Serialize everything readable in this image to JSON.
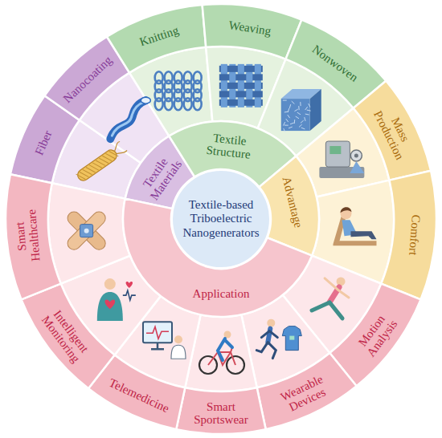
{
  "diagram": {
    "nodes": [
      {
        "text": [
          "Textile-based Triboelectric Nanogenerators"
        ]
      },
      {
        "text": [
          "Textile Materials"
        ]
      },
      {
        "text": [
          "Textile Structure"
        ]
      },
      {
        "text": [
          "Advantage"
        ]
      },
      {
        "text": [
          "Application"
        ]
      },
      {
        "text": [
          "Fiber"
        ]
      },
      {
        "text": [
          "Nanocoating"
        ]
      },
      {
        "text": [
          "Knitting"
        ]
      },
      {
        "text": [
          "Weaving"
        ]
      },
      {
        "text": [
          "Nonwoven"
        ]
      },
      {
        "text": [
          "Mass Production"
        ]
      },
      {
        "text": [
          "Comfort"
        ]
      },
      {
        "text": [
          "Motion Analysis"
        ]
      },
      {
        "text": [
          "Wearable Devices"
        ]
      },
      {
        "text": [
          "Smart Sportswear"
        ]
      },
      {
        "text": [
          "Telemedicine"
        ]
      },
      {
        "text": [
          "Intelligent Monitoring"
        ]
      },
      {
        "text": [
          "Smart Healthcare"
        ]
      }
    ]
  }
}
